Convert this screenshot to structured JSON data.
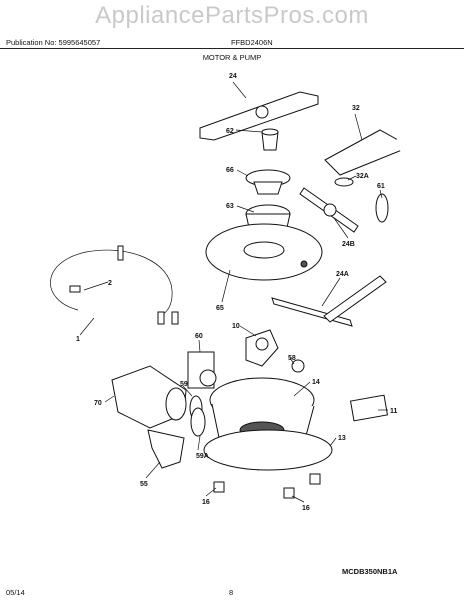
{
  "header": {
    "watermark": "AppliancePartsPros.com",
    "publication": "Publication No: 5995645057",
    "model": "FFBD2406N",
    "section_title": "MOTOR & PUMP"
  },
  "footer": {
    "diagram_code": "MCDB350NB1A",
    "date": "05/14",
    "page_number": "8"
  },
  "part_labels": {
    "p1": "1",
    "p2": "2",
    "p10": "10",
    "p11": "11",
    "p13": "13",
    "p14": "14",
    "p16a": "16",
    "p16b": "16",
    "p24": "24",
    "p24a": "24A",
    "p24b": "24B",
    "p32": "32",
    "p32a": "32A",
    "p55": "55",
    "p58": "58",
    "p59": "59",
    "p59a": "59A",
    "p60": "60",
    "p61": "61",
    "p62": "62",
    "p63": "63",
    "p65": "65",
    "p66": "66",
    "p70": "70"
  }
}
